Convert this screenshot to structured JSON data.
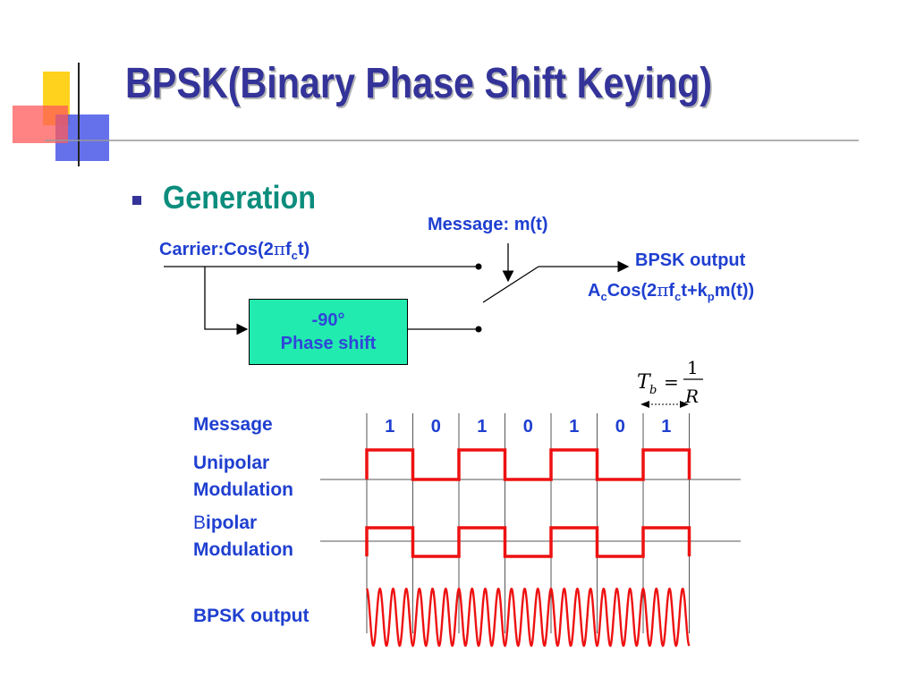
{
  "slide": {
    "title": "BPSK(Binary Phase Shift Keying)",
    "bullet": "Generation"
  },
  "block_diagram": {
    "message_label": "Message: m(t)",
    "carrier_prefix": "Carrier:Cos(2",
    "carrier_pi": "π",
    "carrier_f": "f",
    "carrier_sub": "c",
    "carrier_suffix": "t)",
    "phase_shift_line1": "-90°",
    "phase_shift_line2": "Phase shift",
    "output_title": "BPSK output",
    "output_A": "A",
    "output_A_sub": "c",
    "output_mid1": "Cos(2",
    "output_pi": "π",
    "output_f": "f",
    "output_f_sub": "c",
    "output_mid2": "t+k",
    "output_k_sub": "p",
    "output_end": "m(t))"
  },
  "formula": {
    "T": "T",
    "T_sub": "b",
    "eq": "=",
    "numerator": "1",
    "denominator": "R"
  },
  "waveforms": {
    "message_label": "Message",
    "unipolar_label_1": "Unipolar",
    "unipolar_label_2": "Modulation",
    "bipolar_label_1a": "B",
    "bipolar_label_1b": "ipolar",
    "bipolar_label_2": "Modulation",
    "bpsk_label": "BPSK output",
    "bits": [
      "1",
      "0",
      "1",
      "0",
      "1",
      "0",
      "1"
    ]
  },
  "colors": {
    "title": "#333399",
    "accent_teal": "#0c8d7d",
    "label_blue": "#1f3fd0",
    "box_fill": "#22ebaf",
    "waveform_red": "#ee1111"
  }
}
